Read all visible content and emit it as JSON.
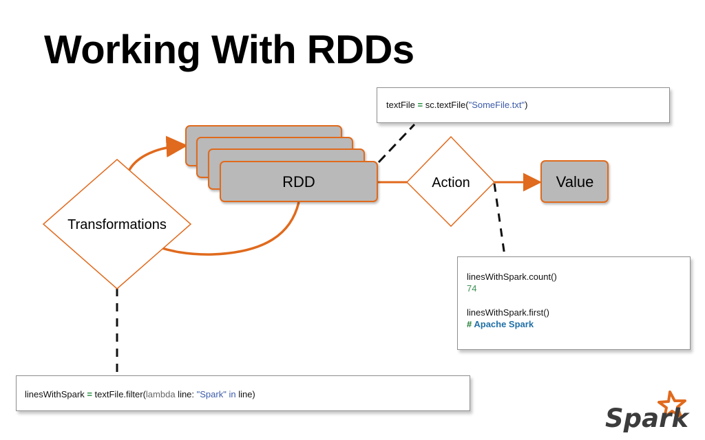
{
  "title": "Working With RDDs",
  "diagram": {
    "rdd_label": "RDD",
    "action_label": "Action",
    "value_label": "Value",
    "transformations_label": "Transformations"
  },
  "code_boxes": {
    "top": {
      "prefix": "textFile ",
      "operator": "=",
      "call": " sc.textFile(",
      "string": "\"SomeFile.txt\"",
      "suffix": ")"
    },
    "right": {
      "line1": "linesWithSpark.count()",
      "line2": "74",
      "line3": "linesWithSpark.first()",
      "line4_hash": "# ",
      "line4_text": "Apache Spark"
    },
    "bottom": {
      "prefix": "linesWithSpark ",
      "operator": "=",
      "call": " textFile.filter(",
      "keyword": "lambda",
      "middle": " line: ",
      "string": "\"Spark\"",
      "in_keyword": " in",
      "suffix": " line)"
    }
  },
  "logo": {
    "text": "Spark"
  },
  "colors": {
    "accent": "#e06a1d",
    "rdd_fill": "#b9b9b9",
    "code_green": "#1f8a3a",
    "code_blue": "#3b5aa8"
  }
}
